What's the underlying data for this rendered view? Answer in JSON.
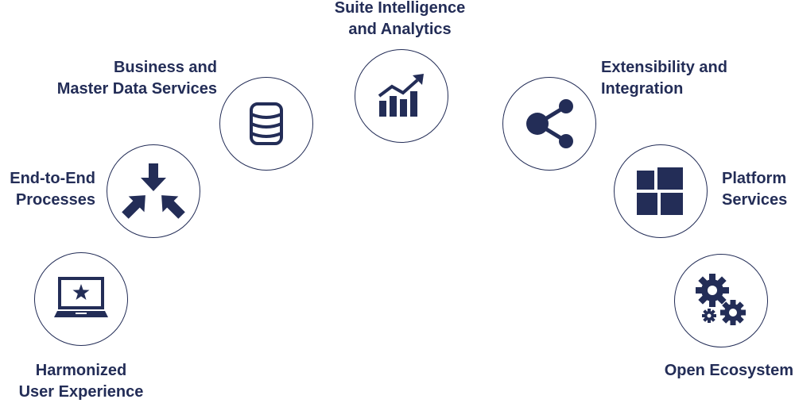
{
  "diagram": {
    "accent_color": "#232d57",
    "nodes": [
      {
        "id": "harmonized-user-experience",
        "icon": "laptop-star-icon",
        "label_lines": [
          "Harmonized",
          "User Experience"
        ]
      },
      {
        "id": "end-to-end-processes",
        "icon": "converging-arrows-icon",
        "label_lines": [
          "End-to-End",
          "Processes"
        ]
      },
      {
        "id": "business-master-data-services",
        "icon": "database-icon",
        "label_lines": [
          "Business and",
          "Master Data Services"
        ]
      },
      {
        "id": "suite-intelligence-analytics",
        "icon": "growth-chart-icon",
        "label_lines": [
          "Suite Intelligence",
          "and Analytics"
        ]
      },
      {
        "id": "extensibility-integration",
        "icon": "share-icon",
        "label_lines": [
          "Extensibility and",
          "Integration"
        ]
      },
      {
        "id": "platform-services",
        "icon": "tiles-icon",
        "label_lines": [
          "Platform",
          "Services"
        ]
      },
      {
        "id": "open-ecosystem",
        "icon": "gears-icon",
        "label_lines": [
          "Open Ecosystem"
        ]
      }
    ]
  }
}
